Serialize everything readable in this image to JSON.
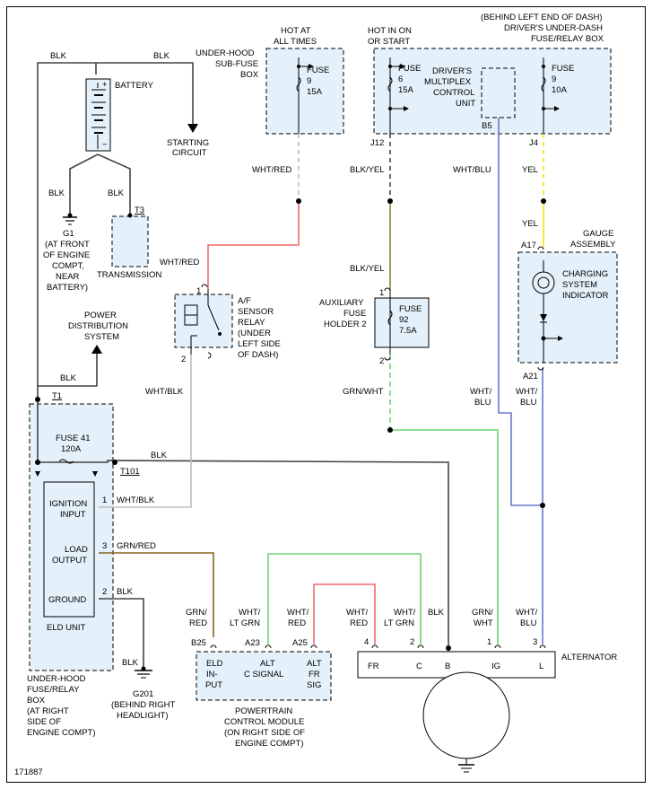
{
  "diagram_id": "171887",
  "labels": {
    "blk_top_left": "BLK",
    "blk_top_right": "BLK",
    "battery": "BATTERY",
    "starting_circuit": [
      "STARTING",
      "CIRCUIT"
    ],
    "g1_blk": "BLK",
    "t3_blk": "BLK",
    "t3": "T3",
    "g1": [
      "G1",
      "(AT FRONT",
      "OF ENGINE",
      "COMPT,",
      "NEAR",
      "BATTERY)"
    ],
    "transmission": "TRANSMISSION",
    "power_dist": [
      "POWER",
      "DISTRIBUTION",
      "SYSTEM"
    ],
    "t1_blk": "BLK",
    "t1": "T1",
    "fuse41": [
      "FUSE 41",
      "120A"
    ],
    "t101_blk": "BLK",
    "t101": "T101",
    "eld_rows": [
      {
        "label": [
          "IGNITION",
          "INPUT"
        ],
        "pin": "1",
        "wire": "WHT/BLK"
      },
      {
        "label": [
          "LOAD",
          "OUTPUT"
        ],
        "pin": "3",
        "wire": "GRN/RED"
      },
      {
        "label": [
          "GROUND"
        ],
        "pin": "2",
        "wire": "BLK"
      }
    ],
    "eld_unit": "ELD UNIT",
    "underhood_box": [
      "UNDER-HOOD",
      "FUSE/RELAY",
      "BOX",
      "(AT RIGHT",
      "SIDE OF",
      "ENGINE COMPT)"
    ],
    "g201_blk": "BLK",
    "g201": [
      "G201",
      "(BEHIND RIGHT",
      "HEADLIGHT)"
    ],
    "hot_at_all_times": [
      "HOT AT",
      "ALL TIMES"
    ],
    "subfuse_box": [
      "UNDER-HOOD",
      "SUB-FUSE",
      "BOX"
    ],
    "fuse9a": [
      "FUSE",
      "9",
      "15A"
    ],
    "wht_red_1": "WHT/RED",
    "wht_red_2": "WHT/RED",
    "af_relay": [
      "A/F",
      "SENSOR",
      "RELAY",
      "(UNDER",
      "LEFT SIDE",
      "OF DASH)"
    ],
    "relay_pin1": "1",
    "relay_pin2": "2",
    "wht_blk": "WHT/BLK",
    "hot_in_on": [
      "HOT IN ON",
      "OR START"
    ],
    "dash_box": [
      "(BEHIND LEFT END OF DASH)",
      "DRIVER'S UNDER-DASH",
      "FUSE/RELAY BOX"
    ],
    "fuse6": [
      "FUSE",
      "6",
      "15A"
    ],
    "multiplex": [
      "DRIVER'S",
      "MULTIPLEX",
      "CONTROL",
      "UNIT"
    ],
    "fuse9b": [
      "FUSE",
      "9",
      "10A"
    ],
    "b5": "B5",
    "j12": "J12",
    "j4": "J4",
    "blk_yel_1": "BLK/YEL",
    "blk_yel_2": "BLK/YEL",
    "wht_blu_top": "WHT/BLU",
    "yel_1": "YEL",
    "yel_2": "YEL",
    "aux_fuse": [
      "AUXILIARY",
      "FUSE",
      "HOLDER 2"
    ],
    "fuse92": [
      "FUSE",
      "92",
      "7.5A"
    ],
    "aux_pin1": "1",
    "aux_pin2": "2",
    "grn_wht": "GRN/WHT",
    "gauge_assembly": [
      "GAUGE",
      "ASSEMBLY"
    ],
    "a17": "A17",
    "a21": "A21",
    "charging": [
      "CHARGING",
      "SYSTEM",
      "INDICATOR"
    ],
    "wht_blu_l": [
      "WHT/",
      "BLU"
    ],
    "wht_blu_r": [
      "WHT/",
      "BLU"
    ],
    "pcm_wires": [
      {
        "wire": [
          "GRN/",
          "RED"
        ],
        "pin": "B25"
      },
      {
        "wire": [
          "WHT/",
          "LT GRN"
        ],
        "pin": "A23"
      },
      {
        "wire": [
          "WHT/",
          "RED"
        ],
        "pin": "A25"
      }
    ],
    "pcm_labels": [
      [
        "ELD",
        "IN-",
        "PUT"
      ],
      [
        "ALT",
        "C SIGNAL"
      ],
      [
        "ALT",
        "FR",
        "SIG"
      ]
    ],
    "pcm": [
      "POWERTRAIN",
      "CONTROL MODULE",
      "(ON RIGHT SIDE OF",
      "ENGINE COMPT)"
    ],
    "alt_wires": [
      {
        "wire": [
          "WHT/",
          "RED"
        ],
        "pin": "4"
      },
      {
        "wire": [
          "WHT/",
          "LT GRN"
        ],
        "pin": "2"
      },
      {
        "wire": [
          "BLK"
        ],
        "pin": ""
      },
      {
        "wire": [
          "GRN/",
          "WHT"
        ],
        "pin": "1"
      },
      {
        "wire": [
          "WHT/",
          "BLU"
        ],
        "pin": "3"
      }
    ],
    "alt_terminals": [
      "FR",
      "C",
      "B",
      "IG",
      "L"
    ],
    "alternator": "ALTERNATOR"
  }
}
